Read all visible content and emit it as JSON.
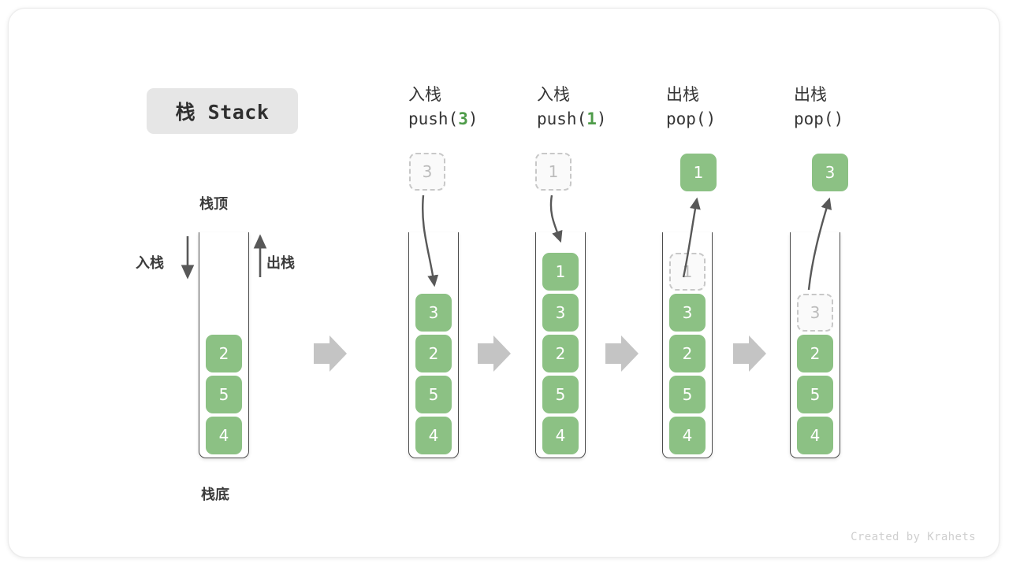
{
  "title_badge": "栈 Stack",
  "labels": {
    "top": "栈顶",
    "bottom": "栈底",
    "push": "入栈",
    "pop": "出栈"
  },
  "colors": {
    "cell_fill": "#8cc184",
    "cell_text": "#ffffff",
    "ghost_border": "#c8c8c8",
    "ghost_text": "#bcbcbc",
    "accent_green": "#4f9c4a",
    "arrow_gray": "#c4c4c4",
    "line_gray": "#4c4c4c",
    "badge_bg": "#e6e6e6"
  },
  "columns": [
    {
      "id": "initial",
      "head_cn": "",
      "head_code_pre": "",
      "head_code_num": "",
      "head_code_post": "",
      "cells": [
        "2",
        "5",
        "4"
      ],
      "float": null,
      "ghost_top": null
    },
    {
      "id": "push-3",
      "head_cn": "入栈",
      "head_code_pre": "push(",
      "head_code_num": "3",
      "head_code_post": ")",
      "cells": [
        "3",
        "2",
        "5",
        "4"
      ],
      "float": {
        "value": "3",
        "style": "ghost"
      },
      "ghost_top": null
    },
    {
      "id": "push-1",
      "head_cn": "入栈",
      "head_code_pre": "push(",
      "head_code_num": "1",
      "head_code_post": ")",
      "cells": [
        "1",
        "3",
        "2",
        "5",
        "4"
      ],
      "float": {
        "value": "1",
        "style": "ghost"
      },
      "ghost_top": null
    },
    {
      "id": "pop-1",
      "head_cn": "出栈",
      "head_code_pre": "pop(",
      "head_code_num": "",
      "head_code_post": ")",
      "cells": [
        "3",
        "2",
        "5",
        "4"
      ],
      "float": {
        "value": "1",
        "style": "filled"
      },
      "ghost_top": "1"
    },
    {
      "id": "pop-3",
      "head_cn": "出栈",
      "head_code_pre": "pop(",
      "head_code_num": "",
      "head_code_post": ")",
      "cells": [
        "2",
        "5",
        "4"
      ],
      "float": {
        "value": "3",
        "style": "filled"
      },
      "ghost_top": "3"
    }
  ],
  "footer": "Created by Krahets"
}
